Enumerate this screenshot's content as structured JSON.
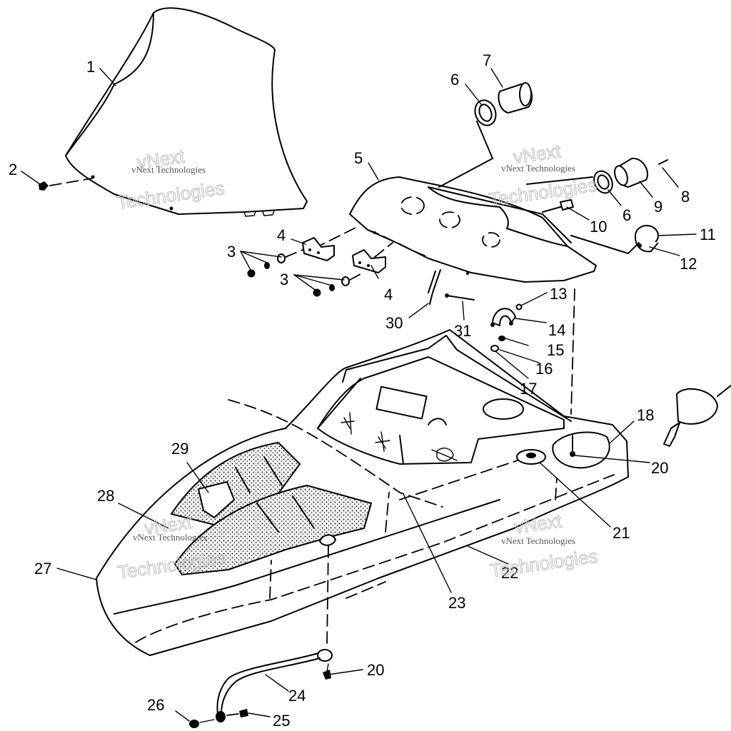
{
  "diagram": {
    "callouts": [
      "1",
      "2",
      "3",
      "3",
      "4",
      "4",
      "5",
      "6",
      "6",
      "7",
      "8",
      "9",
      "10",
      "11",
      "12",
      "13",
      "14",
      "15",
      "16",
      "17",
      "18",
      "20",
      "20",
      "21",
      "22",
      "23",
      "24",
      "25",
      "26",
      "27",
      "28",
      "29",
      "30",
      "31"
    ],
    "watermark": {
      "small": "vNext Technologies",
      "big_top": "vNext",
      "big_bottom": "Technologies"
    }
  }
}
